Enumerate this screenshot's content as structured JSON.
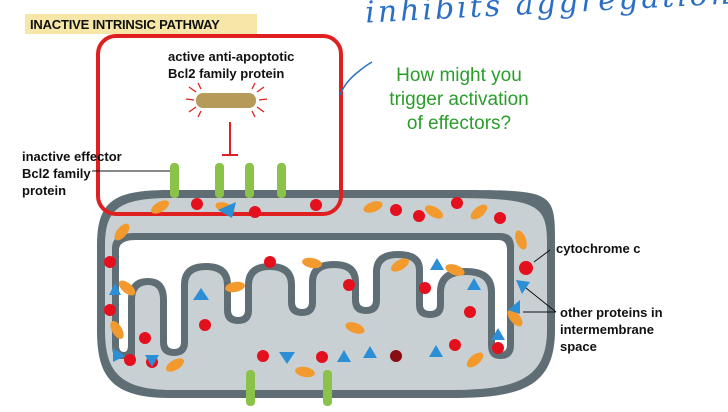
{
  "header": {
    "pathway_title": "INACTIVE INTRINSIC PATHWAY"
  },
  "labels": {
    "anti_apoptotic": [
      "active anti-apoptotic",
      "Bcl2 family protein"
    ],
    "inactive_effector": [
      "inactive effector",
      "Bcl2 family",
      "protein"
    ],
    "cytochrome_c": "cytochrome c",
    "other_proteins": [
      "other proteins in",
      "intermembrane",
      "space"
    ]
  },
  "annotation": {
    "question": [
      "How might you",
      "trigger activation",
      "of effectors?"
    ],
    "handwriting": "inhibits aggregation"
  },
  "colors": {
    "question_green": "#2a9d2a",
    "handwriting_blue": "#2b6fc5",
    "highlight_red": "#e02020",
    "effector_green": "#8bc34a",
    "membrane_gray": "#5f6e75",
    "space_gray": "#c9d0d3",
    "cytochrome_red": "#e5101e",
    "protein_orange": "#f39a2f",
    "protein_blue": "#2a8fd6"
  }
}
